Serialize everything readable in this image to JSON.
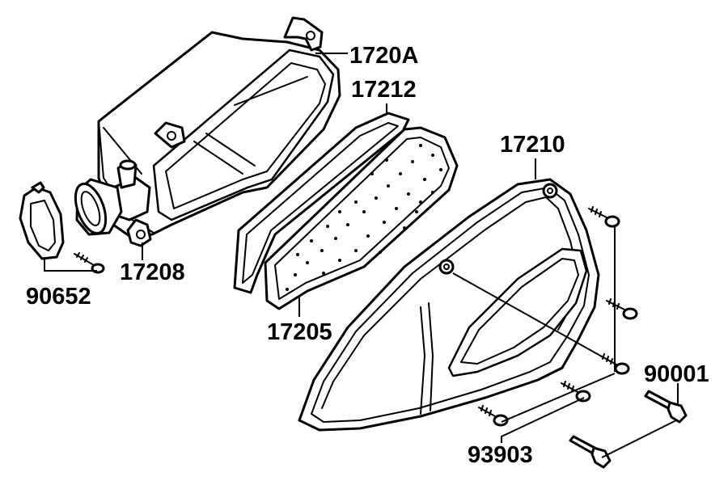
{
  "diagram": {
    "labels": {
      "airbox_case": "1720A",
      "gasket": "17212",
      "cover": "17210",
      "duct_clamp": "17208",
      "filter_element": "17205",
      "band_clamp": "90652",
      "bolt_flange": "90001",
      "screw_tapping": "93903"
    },
    "colors": {
      "line": "#000000",
      "background": "#ffffff"
    }
  }
}
